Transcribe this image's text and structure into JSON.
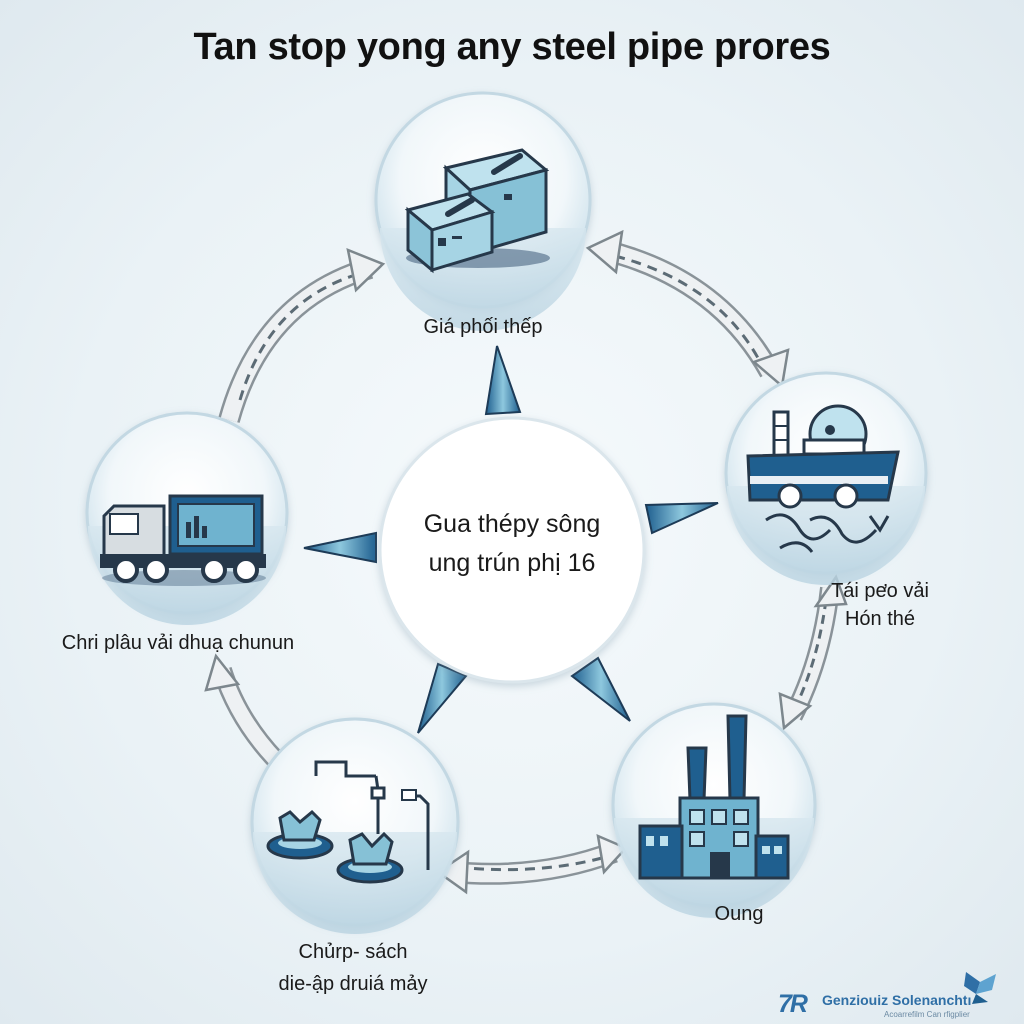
{
  "title": "Tan stop yong any steel pipe prores",
  "center": {
    "line1": "Gua thépy sông",
    "line2": "ung trún phị 16"
  },
  "nodes": [
    {
      "id": "raw-material",
      "icon": "steel-blocks-icon",
      "label": "Giá phối thếp"
    },
    {
      "id": "shipping",
      "icon": "ship-icon",
      "label_line1": "Tái pe̛o vải",
      "label_line2": "Hón thé"
    },
    {
      "id": "factory",
      "icon": "factory-icon",
      "label": "Oung"
    },
    {
      "id": "processing",
      "icon": "machining-icon",
      "label_line1": "Chủrp- sách",
      "label_line2": "die-ập druiá mảy"
    },
    {
      "id": "transport",
      "icon": "truck-icon",
      "label": "Chri plâu vải dhuạ chunun"
    }
  ],
  "brand": {
    "logo": "7R",
    "name": "Genziouiz Solenanchtı",
    "tagline": "Acoarrefilm Can rfigplier"
  },
  "colors": {
    "dark_navy": "#26384a",
    "steel_blue": "#1f5f8f",
    "light_blue": "#a8d4e4",
    "arrow_gray": "#e9edf0"
  }
}
